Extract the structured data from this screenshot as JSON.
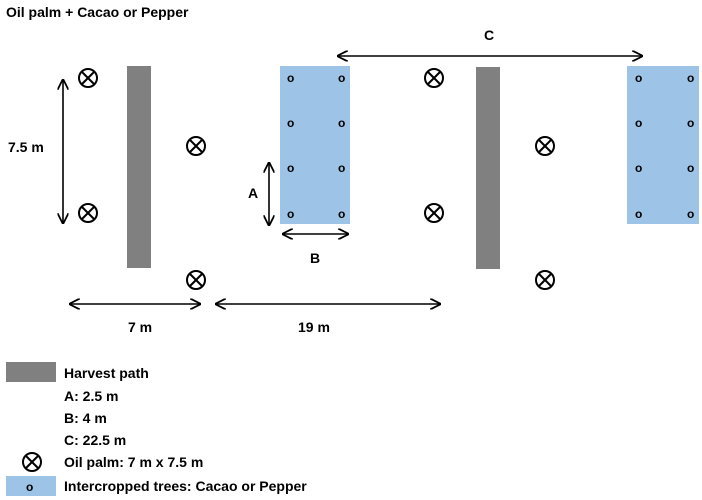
{
  "title": "Oil palm + Cacao or Pepper",
  "colors": {
    "harvest_path": "#808080",
    "intercrop_block": "#9dc3e6",
    "line": "#000000"
  },
  "dimensions": {
    "row_spacing": "7.5 m",
    "palm_spacing": "7 m",
    "alley_width": "19 m",
    "a": "A",
    "b": "B",
    "c": "C"
  },
  "tree_marker": "o",
  "legend": {
    "harvest_path": "Harvest path",
    "a": "A: 2.5 m",
    "b": "B: 4 m",
    "c": "C: 22.5 m",
    "oil_palm": "Oil palm: 7 m x 7.5 m",
    "intercropped": "Intercropped trees: Cacao or Pepper"
  },
  "icons": {
    "oil_palm": "circled-x-icon",
    "intercropped_tree": "tree-marker-icon"
  }
}
